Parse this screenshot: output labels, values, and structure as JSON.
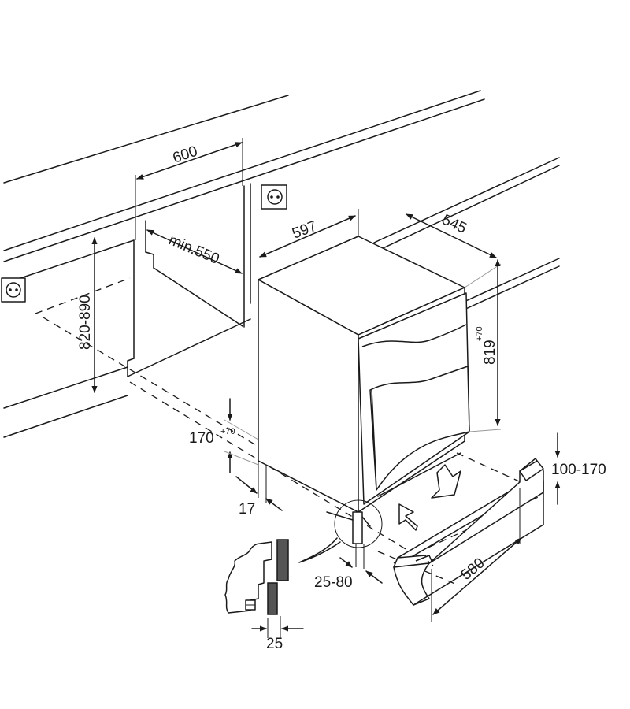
{
  "dimensions": {
    "niche_width": "600",
    "niche_depth": "min.550",
    "niche_height": "820-890",
    "appliance_width": "597",
    "appliance_depth": "545",
    "appliance_height": "819",
    "appliance_height_tolerance": "+70",
    "top_clearance": "170",
    "top_clearance_tolerance": "+70",
    "panel_recess": "17",
    "plinth_height": "100-170",
    "plinth_width": "580",
    "door_offset": "25-80",
    "panel_thickness": "25"
  },
  "colors": {
    "line": "#1a1a1a",
    "panel_dark": "#555555"
  },
  "icons": [
    "power-socket-icon",
    "flow-arrow-icon"
  ]
}
